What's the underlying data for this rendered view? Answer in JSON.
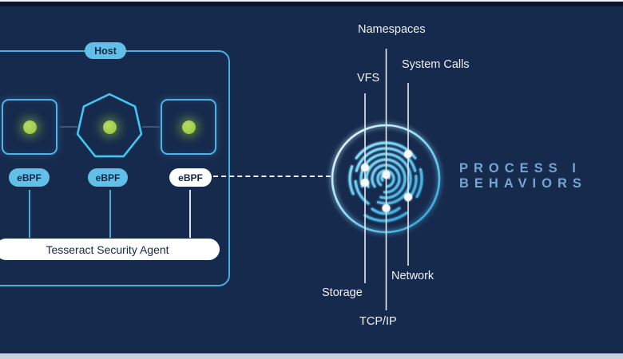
{
  "host": {
    "badge_label": "Host",
    "workloads": [
      {
        "shape": "square",
        "status": "healthy"
      },
      {
        "shape": "heptagon",
        "status": "healthy"
      },
      {
        "shape": "square",
        "status": "healthy"
      }
    ],
    "probe_labels": [
      "eBPF",
      "eBPF",
      "eBPF"
    ],
    "agent_label": "Tesseract Security Agent"
  },
  "fingerprint": {
    "labels": {
      "namespaces": "Namespaces",
      "vfs": "VFS",
      "system_calls": "System Calls",
      "network": "Network",
      "storage": "Storage",
      "tcp_ip": "TCP/IP"
    }
  },
  "headline": {
    "line1": "PROCESS I",
    "line2": "BEHAVIORS"
  },
  "colors": {
    "background": "#162a4d",
    "accent_blue": "#4fb2e8",
    "light_blue_fill": "#62c0e8",
    "cyan_stroke": "#41c6f2",
    "status_green": "#9bca3e",
    "headline_blue": "#74a5cf",
    "label_white": "#eef2f6"
  }
}
